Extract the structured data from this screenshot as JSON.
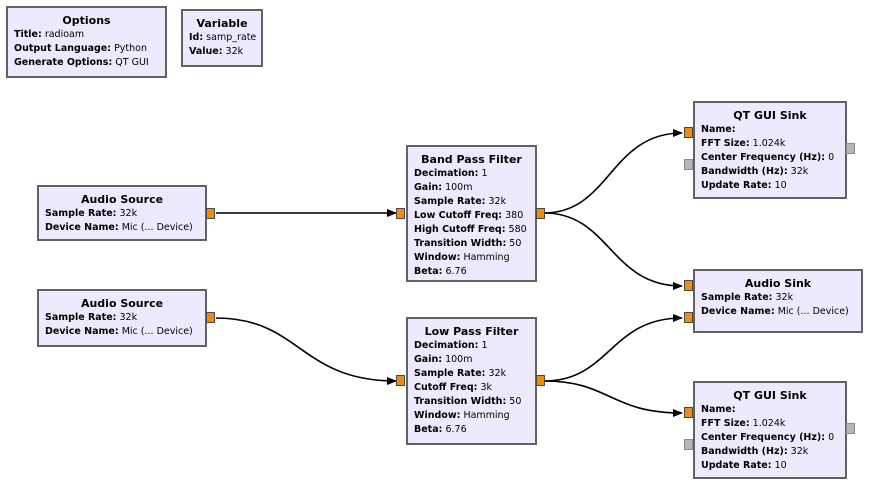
{
  "options": {
    "title": "Options",
    "params": [
      {
        "k": "Title:",
        "v": "radioam"
      },
      {
        "k": "Output Language:",
        "v": "Python"
      },
      {
        "k": "Generate Options:",
        "v": "QT GUI"
      }
    ]
  },
  "variable": {
    "title": "Variable",
    "params": [
      {
        "k": "Id:",
        "v": "samp_rate"
      },
      {
        "k": "Value:",
        "v": "32k"
      }
    ]
  },
  "audio_source_1": {
    "title": "Audio Source",
    "params": [
      {
        "k": "Sample Rate:",
        "v": "32k"
      },
      {
        "k": "Device Name:",
        "v": "Mic (... Device)"
      }
    ]
  },
  "audio_source_2": {
    "title": "Audio Source",
    "params": [
      {
        "k": "Sample Rate:",
        "v": "32k"
      },
      {
        "k": "Device Name:",
        "v": "Mic (... Device)"
      }
    ]
  },
  "band_pass": {
    "title": "Band Pass Filter",
    "params": [
      {
        "k": "Decimation:",
        "v": "1"
      },
      {
        "k": "Gain:",
        "v": "100m"
      },
      {
        "k": "Sample Rate:",
        "v": "32k"
      },
      {
        "k": "Low Cutoff Freq:",
        "v": "380"
      },
      {
        "k": "High Cutoff Freq:",
        "v": "580"
      },
      {
        "k": "Transition Width:",
        "v": "50"
      },
      {
        "k": "Window:",
        "v": "Hamming"
      },
      {
        "k": "Beta:",
        "v": "6.76"
      }
    ]
  },
  "low_pass": {
    "title": "Low Pass Filter",
    "params": [
      {
        "k": "Decimation:",
        "v": "1"
      },
      {
        "k": "Gain:",
        "v": "100m"
      },
      {
        "k": "Sample Rate:",
        "v": "32k"
      },
      {
        "k": "Cutoff Freq:",
        "v": "3k"
      },
      {
        "k": "Transition Width:",
        "v": "50"
      },
      {
        "k": "Window:",
        "v": "Hamming"
      },
      {
        "k": "Beta:",
        "v": "6.76"
      }
    ]
  },
  "qt_sink_1": {
    "title": "QT GUI Sink",
    "params": [
      {
        "k": "Name:",
        "v": ""
      },
      {
        "k": "FFT Size:",
        "v": "1.024k"
      },
      {
        "k": "Center Frequency (Hz):",
        "v": "0"
      },
      {
        "k": "Bandwidth (Hz):",
        "v": "32k"
      },
      {
        "k": "Update Rate:",
        "v": "10"
      }
    ]
  },
  "audio_sink": {
    "title": "Audio Sink",
    "params": [
      {
        "k": "Sample Rate:",
        "v": "32k"
      },
      {
        "k": "Device Name:",
        "v": "Mic (... Device)"
      }
    ]
  },
  "qt_sink_2": {
    "title": "QT GUI Sink",
    "params": [
      {
        "k": "Name:",
        "v": ""
      },
      {
        "k": "FFT Size:",
        "v": "1.024k"
      },
      {
        "k": "Center Frequency (Hz):",
        "v": "0"
      },
      {
        "k": "Bandwidth (Hz):",
        "v": "32k"
      },
      {
        "k": "Update Rate:",
        "v": "10"
      }
    ]
  },
  "colors": {
    "block_bg": "#eeeafd",
    "block_border": "#626262",
    "stream_port": "#f08a10",
    "message_port": "#b6b6b6",
    "connection": "#000000"
  }
}
